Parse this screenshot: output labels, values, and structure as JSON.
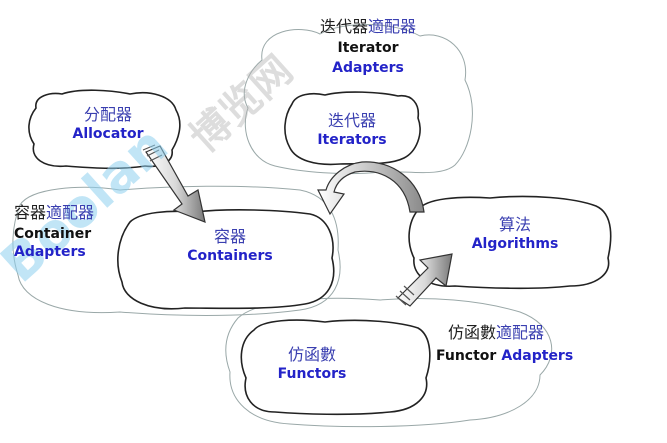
{
  "allocator": {
    "zh": "分配器",
    "en": "Allocator"
  },
  "containers": {
    "zh": "容器",
    "en": "Containers"
  },
  "container_adapters": {
    "zh_a": "容器",
    "zh_b": "適配器",
    "en_a": "Container",
    "en_b": "Adapters"
  },
  "iterators": {
    "zh": "迭代器",
    "en": "Iterators"
  },
  "iterator_adapters": {
    "zh_a": "迭代器",
    "zh_b": "適配器",
    "en_a": "Iterator",
    "en_b": "Adapters"
  },
  "algorithms": {
    "zh": "算法",
    "en": "Algorithms"
  },
  "functors": {
    "zh": "仿函數",
    "en": "Functors"
  },
  "functor_adapters": {
    "zh_a": "仿函數",
    "zh_b": "適配器",
    "en_a": "Functor",
    "en_b": "Adapters"
  },
  "watermark": {
    "text": "Boolan",
    "site": "博览网"
  },
  "colors": {
    "blue": "#2323c8",
    "black": "#111111",
    "cloud_line": "#222222",
    "cloud_faint": "#9aa8a8",
    "watermark": "#8fd0ef"
  }
}
